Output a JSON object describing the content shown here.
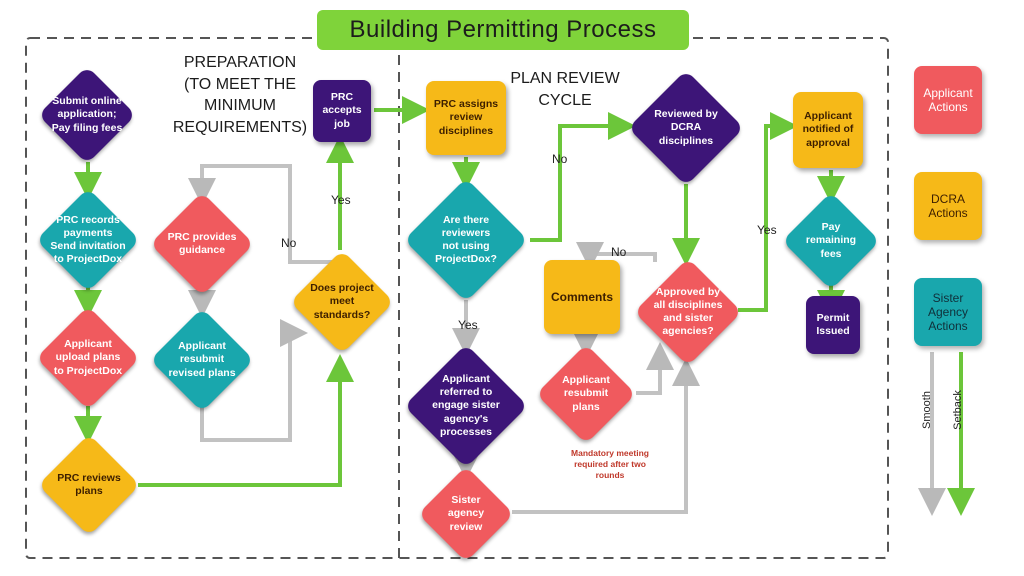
{
  "title": "Building Permitting Process",
  "sections": {
    "preparation": "PREPARATION\n(TO MEET THE\nMINIMUM\nREQUIREMENTS)",
    "plan_review": "PLAN REVIEW\nCYCLE"
  },
  "nodes": {
    "submit": "Submit online\napplication;\nPay filing fees",
    "prc_records": "PRC records\npayments\nSend invitation\nto ProjectDox",
    "applicant_upload": "Applicant\nupload plans\nto ProjectDox",
    "prc_reviews": "PRC reviews\nplans",
    "prc_guidance": "PRC provides\nguidance",
    "applicant_resubmit_revised": "Applicant\nresubmit\nrevised plans",
    "meet_standards": "Does project\nmeet\nstandards?",
    "prc_accepts": "PRC\naccepts\njob",
    "prc_assigns": "PRC assigns\nreview\ndisciplines",
    "reviewers_not_using": "Are there\nreviewers\nnot using\nProjectDox?",
    "applicant_referred": "Applicant\nreferred to\nengage sister\nagency's\nprocesses",
    "sister_review": "Sister\nagency\nreview",
    "reviewed_dcra": "Reviewed by\nDCRA\ndisciplines",
    "comments": "Comments",
    "applicant_resubmit_plans": "Applicant\nresubmit\nplans",
    "approved_all": "Approved by\nall disciplines\nand sister\nagencies?",
    "applicant_notified": "Applicant\nnotified of\napproval",
    "pay_remaining": "Pay\nremaining\nfees",
    "permit_issued": "Permit\nIssued"
  },
  "edge_labels": {
    "no_guidance": "No",
    "yes_accept": "Yes",
    "no_dcra": "No",
    "yes_sister": "Yes",
    "no_comments": "No",
    "yes_notified": "Yes"
  },
  "note": "Mandatory meeting\nrequired after two\nrounds",
  "legend": {
    "applicant": "Applicant\nActions",
    "dcra": "DCRA\nActions",
    "sister": "Sister\nAgency\nActions",
    "smooth": "Smooth",
    "setback": "Setback"
  },
  "colors": {
    "title_bg": "#7fd33a",
    "applicant": "#f05a5e",
    "dcra": "#f6b918",
    "sister": "#19a7ad",
    "prc": "#3d1578",
    "smooth_arrow": "#c8c8c8",
    "setback_arrow": "#6cc63a"
  }
}
